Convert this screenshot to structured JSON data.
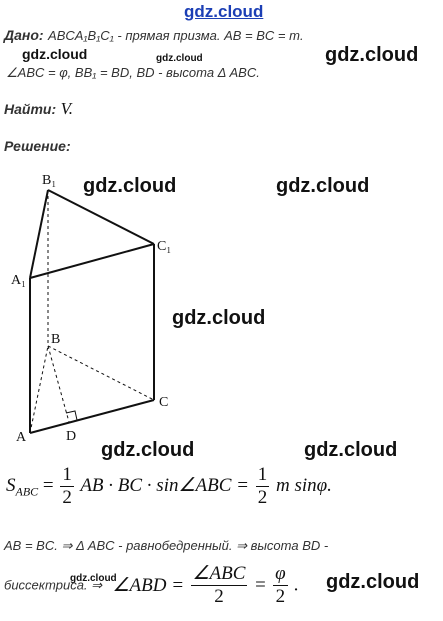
{
  "watermarks": {
    "top": "gdz.cloud",
    "w1": "gdz.cloud",
    "w2": "gdz.cloud",
    "w3": "gdz.cloud",
    "w4": "gdz.cloud",
    "w5": "gdz.cloud",
    "w6": "gdz.cloud",
    "w7": "gdz.cloud",
    "w8": "gdz.cloud",
    "w9": "gdz.cloud",
    "w10": "gdz.cloud",
    "w11": "gdz.cloud"
  },
  "given": {
    "label": "Дано:",
    "line1": "ABCA₁B₁C₁ - прямая призма. AB = BC = m.",
    "line2": "∠ABC = φ, BB₁ = BD,  BD - высота  Δ ABC."
  },
  "find": {
    "label": "Найти:",
    "value": "V."
  },
  "solution": {
    "label": "Решение:"
  },
  "figure": {
    "labels": {
      "B1": "B₁",
      "C1": "C₁",
      "A1": "A₁",
      "B": "B",
      "C": "C",
      "A": "A",
      "D": "D"
    }
  },
  "formula1": {
    "lhs": "S",
    "lhs_sub": "ABC",
    "eq": "=",
    "half_num": "1",
    "half_den": "2",
    "mid": "AB · BC · sin∠ABC =",
    "half2_num": "1",
    "half2_den": "2",
    "tail": "m sinφ."
  },
  "text2": {
    "line1": "AB = BC.  ⇒  Δ ABC - равнобедренный.  ⇒  высота BD -",
    "line2_text": "биссектриса.  ⇒",
    "angle": "∠ABD =",
    "frac1_num": "∠ABC",
    "frac1_den": "2",
    "eq": "=",
    "frac2_num": "φ",
    "frac2_den": "2",
    "end": "."
  }
}
